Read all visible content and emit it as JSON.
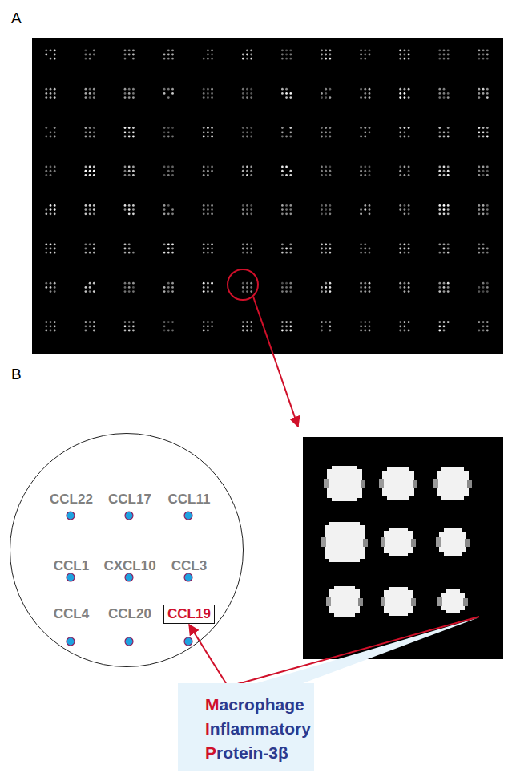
{
  "diagram": {
    "nodes": [
      {
        "text": [
          "CCL22",
          "CCL17",
          "CCL11",
          "CCL1",
          "CXCL10",
          "CCL3",
          "CCL4",
          "CCL20"
        ]
      },
      {
        "text": [
          "CCL19"
        ],
        "in": 0
      },
      {
        "text": [
          "Macrophage Inflammatory Protein-3β"
        ]
      }
    ],
    "edges": [
      {
        "from": 2,
        "to": 1,
        "arrow": "to"
      }
    ],
    "labels": [
      "A",
      "B"
    ]
  }
}
